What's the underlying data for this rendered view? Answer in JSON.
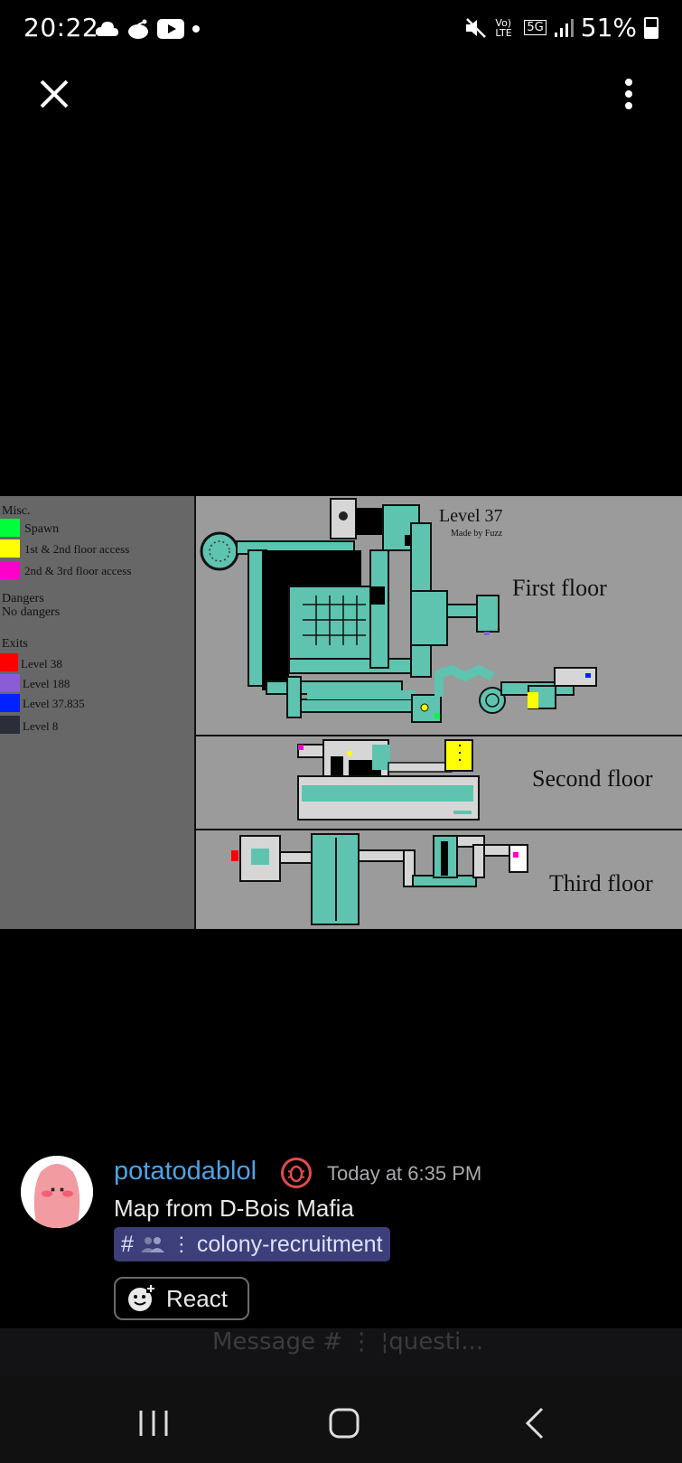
{
  "status_bar": {
    "time": "20:22",
    "battery": "51%",
    "network": "5G",
    "volte": "Vo) LTE",
    "icons": [
      "cloud-icon",
      "reddit-icon",
      "youtube-icon",
      "dot-icon",
      "mute-icon",
      "signal-icon",
      "battery-icon"
    ]
  },
  "viewer": {
    "close_icon": "close-icon",
    "more_icon": "more-vertical-icon"
  },
  "map": {
    "legend": {
      "misc_heading": "Misc.",
      "misc_items": [
        {
          "label": "Spawn",
          "color": "#00ff3a"
        },
        {
          "label": "1st & 2nd floor access",
          "color": "#ffff00"
        },
        {
          "label": "2nd & 3rd floor access",
          "color": "#ff00c8"
        }
      ],
      "dangers_heading": "Dangers",
      "dangers_text": "No dangers",
      "exits_heading": "Exits",
      "exit_items": [
        {
          "label": "Level 38",
          "color": "#ff0000"
        },
        {
          "label": "Level 188",
          "color": "#8a5cd6"
        },
        {
          "label": "Level 37.835",
          "color": "#0022ff"
        },
        {
          "label": "Level 8",
          "color": "#2a2e3a"
        }
      ]
    },
    "title": "Level 37",
    "subtitle": "Made by Fuzz",
    "floors": [
      "First floor",
      "Second floor",
      "Third floor"
    ]
  },
  "message": {
    "username": "potatodablol",
    "timestamp": "Today at 6:35 PM",
    "text": "Map from D-Bois Mafia",
    "channel": "colony-recruitment",
    "react_label": "React"
  },
  "input": {
    "placeholder": "Message # ⋮ ¦questi..."
  },
  "nav": {
    "icons": [
      "recent-apps-icon",
      "home-icon",
      "back-icon"
    ]
  }
}
